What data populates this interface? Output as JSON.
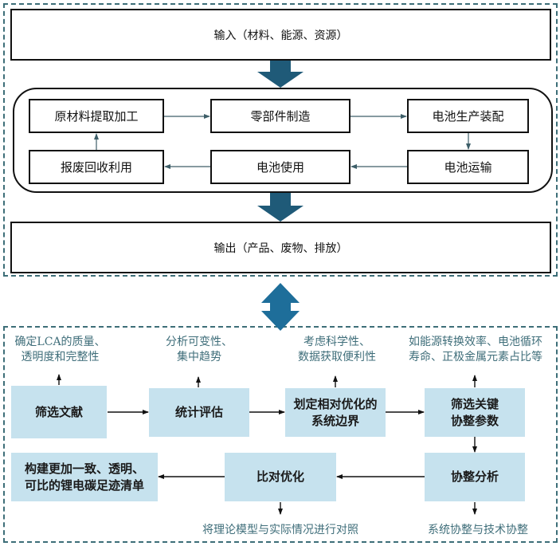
{
  "colors": {
    "dash_border": "#3d6e78",
    "big_arrow": "#1f5a78",
    "double_arrow": "#1e6e9a",
    "process_fill": "#c6e2ee",
    "note_text": "#3f6e7a",
    "flow_arrow": "#3d5e68"
  },
  "lifecycle": {
    "input_label": "输入（材料、能源、资源）",
    "output_label": "输出（产品、废物、排放）",
    "steps": [
      {
        "id": "raw",
        "label": "原材料提取加工"
      },
      {
        "id": "parts",
        "label": "零部件制造"
      },
      {
        "id": "assembly",
        "label": "电池生产装配"
      },
      {
        "id": "transport",
        "label": "电池运输"
      },
      {
        "id": "use",
        "label": "电池使用"
      },
      {
        "id": "recycle",
        "label": "报废回收利用"
      }
    ]
  },
  "method": {
    "boxes": [
      {
        "id": "screen",
        "label": "筛选文献"
      },
      {
        "id": "stats",
        "label": "统计评估"
      },
      {
        "id": "boundary",
        "line1": "划定相对优化的",
        "line2": "系统边界"
      },
      {
        "id": "params",
        "line1": "筛选关键",
        "line2": "协整参数"
      },
      {
        "id": "coint",
        "label": "协整分析"
      },
      {
        "id": "compare",
        "label": "比对优化"
      },
      {
        "id": "inventory",
        "line1": "构建更加一致、透明、",
        "line2": "可比的锂电碳足迹清单"
      }
    ],
    "notes": [
      {
        "id": "screen",
        "line1": "确定LCA的质量、",
        "line2": "透明度和完整性"
      },
      {
        "id": "stats",
        "line1": "分析可变性、",
        "line2": "集中趋势"
      },
      {
        "id": "boundary",
        "line1": "考虑科学性、",
        "line2": "数据获取便利性"
      },
      {
        "id": "params",
        "line1": "如能源转换效率、电池循环",
        "line2": "寿命、正极金属元素占比等"
      },
      {
        "id": "compare",
        "line1": "将理论模型与实际情况进行对照"
      },
      {
        "id": "coint",
        "line1": "系统协整与技术协整"
      }
    ]
  }
}
